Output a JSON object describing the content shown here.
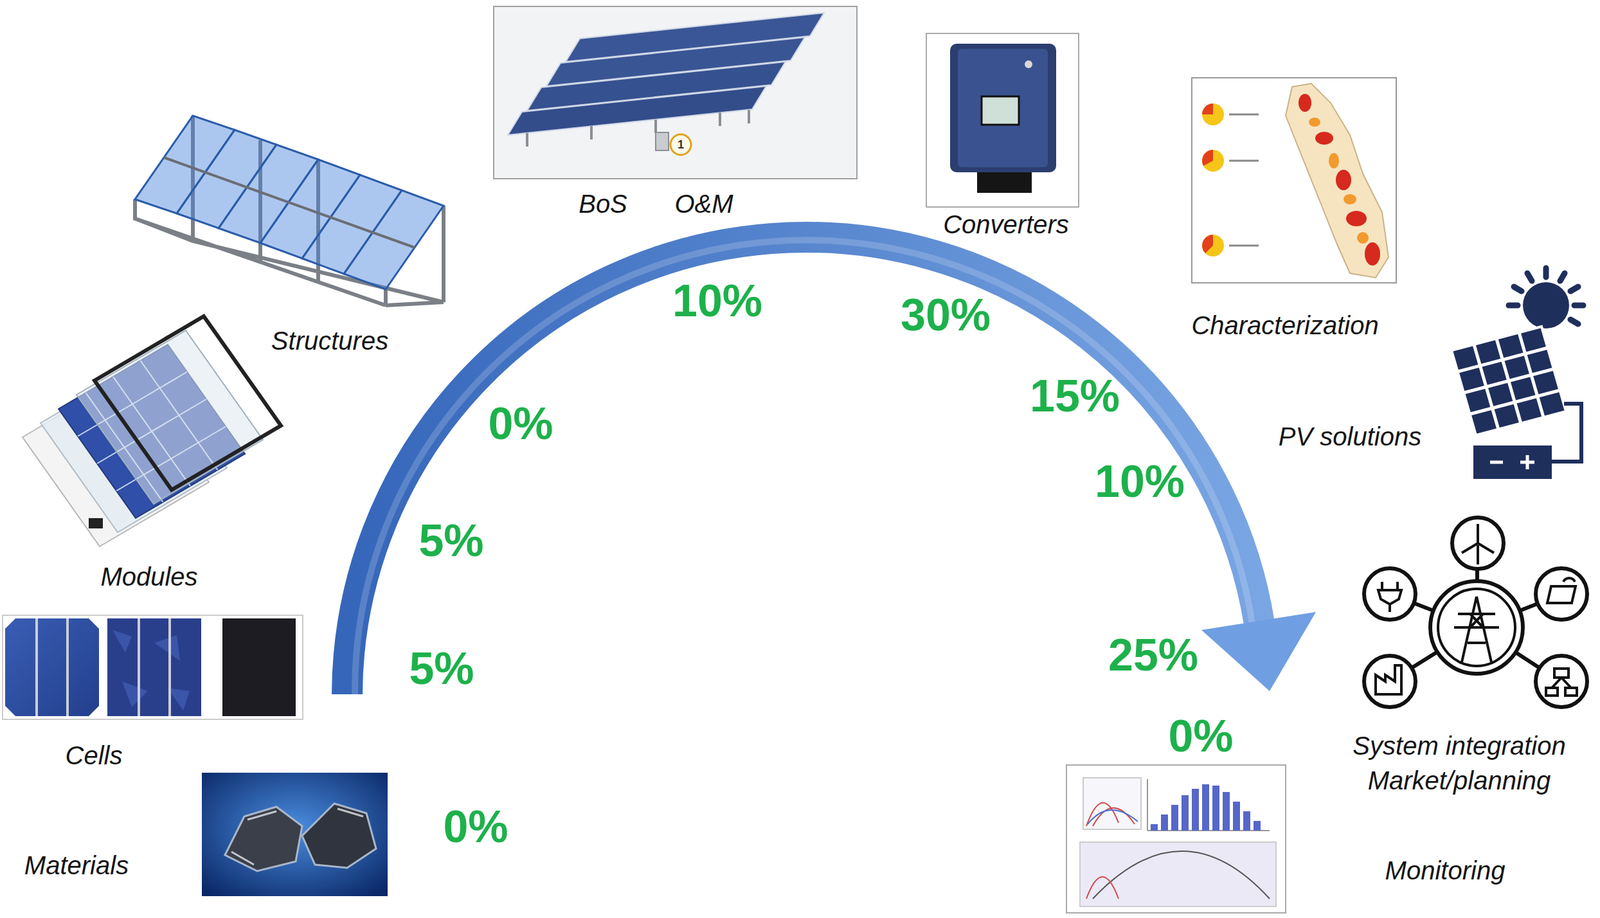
{
  "diagram": {
    "labels": [
      "Materials",
      "0%",
      "Cells",
      "5%",
      "Modules",
      "5%",
      "Structures",
      "0%",
      "BoS",
      "O&M",
      "1",
      "10%",
      "Converters",
      "30%",
      "Characterization",
      "15%",
      "PV solutions",
      "10%",
      "System integration Market/planning",
      "25%",
      "Monitoring",
      "0%"
    ]
  }
}
